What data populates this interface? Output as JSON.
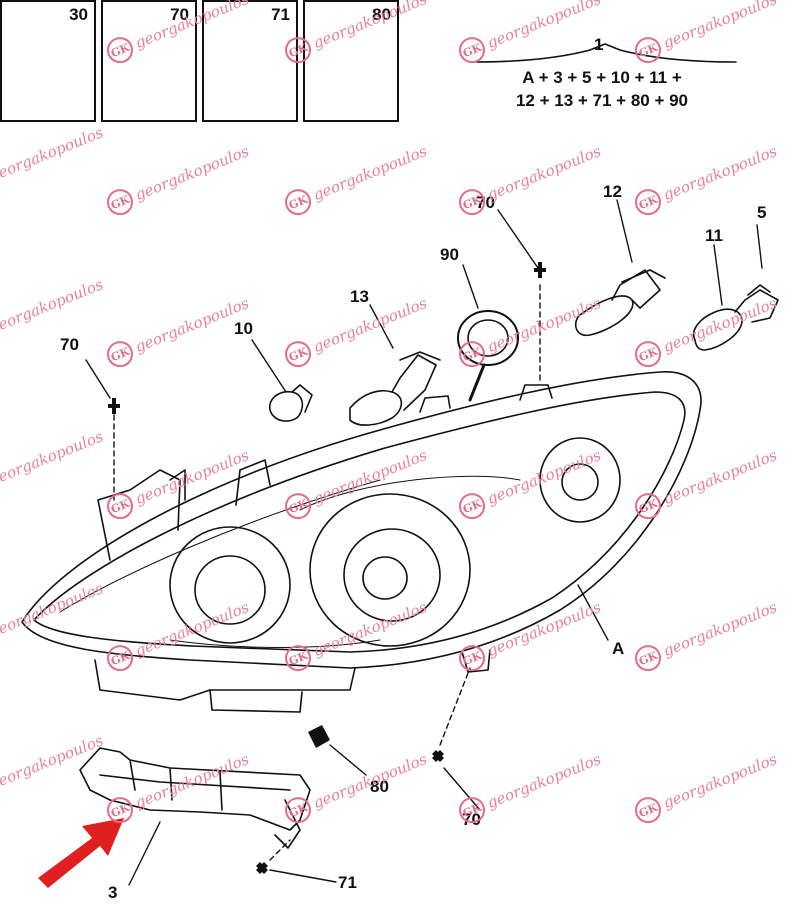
{
  "kit_boxes": [
    {
      "number": "30",
      "icon": "rubber-pad-icon"
    },
    {
      "number": "70",
      "icon": "bolt-icon"
    },
    {
      "number": "71",
      "icon": "screw-icon"
    },
    {
      "number": "80",
      "icon": "clip-nut-icon"
    }
  ],
  "assembly": {
    "number": "1",
    "formula_line1": "A + 3 + 5 + 10 + 11 +",
    "formula_line2": "12 + 13 + 71 + 80 + 90"
  },
  "callouts": {
    "c70_top": "70",
    "c12": "12",
    "c5": "5",
    "c11": "11",
    "c90": "90",
    "c13": "13",
    "c10": "10",
    "c70_left": "70",
    "cA": "A",
    "c80": "80",
    "c70_bottom": "70",
    "c3": "3",
    "c71": "71"
  },
  "watermark": {
    "text": "georgakopoulos",
    "logo": "GK",
    "color": "#e8819b"
  },
  "colors": {
    "line": "#111111",
    "arrow": "#e02020"
  }
}
